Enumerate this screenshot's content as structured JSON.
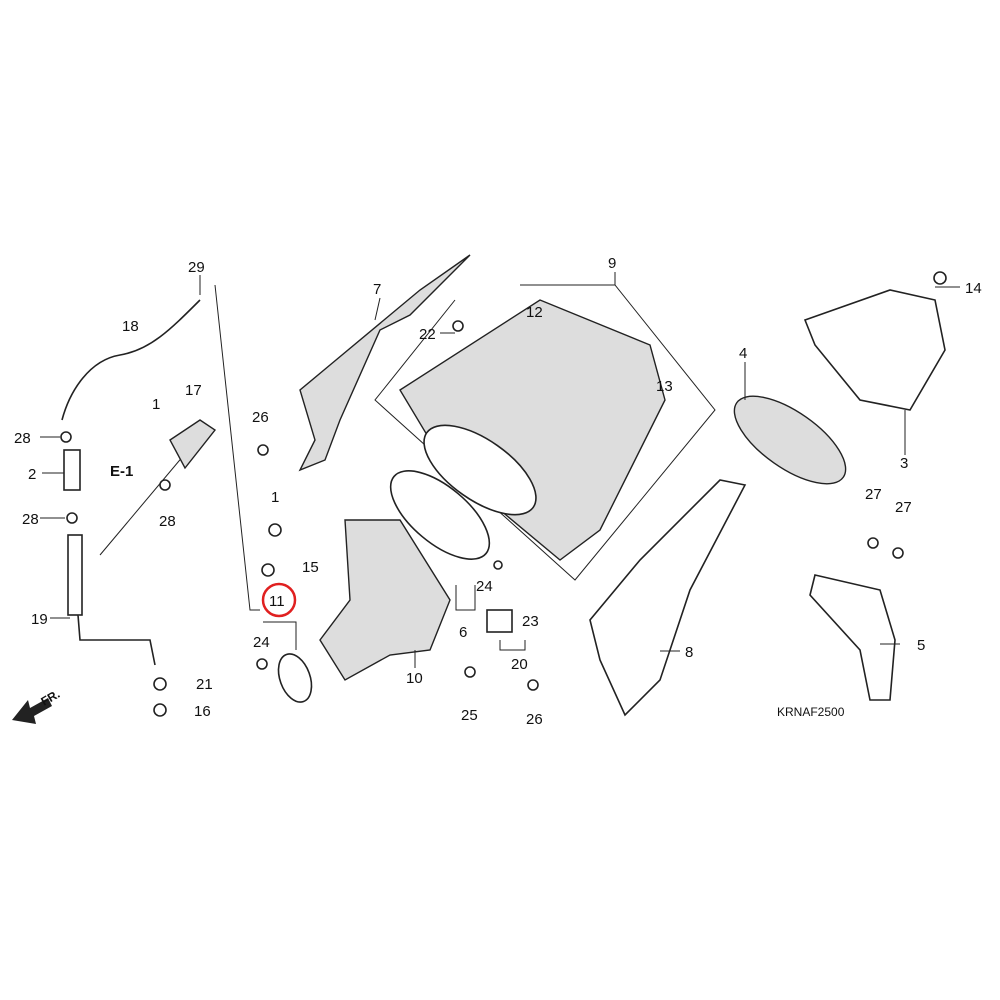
{
  "diagram_code": "KRNAF2500",
  "front_marker": "FR.",
  "reference": "E-1",
  "highlight_color": "#e02020",
  "highlighted_part": "11",
  "callouts": [
    "29",
    "18",
    "7",
    "9",
    "12",
    "22",
    "14",
    "4",
    "13",
    "17",
    "1",
    "26",
    "28",
    "2",
    "28",
    "28",
    "3",
    "27",
    "27",
    "1",
    "15",
    "11",
    "24",
    "19",
    "24",
    "6",
    "23",
    "8",
    "5",
    "20",
    "10",
    "21",
    "16",
    "25",
    "26"
  ]
}
